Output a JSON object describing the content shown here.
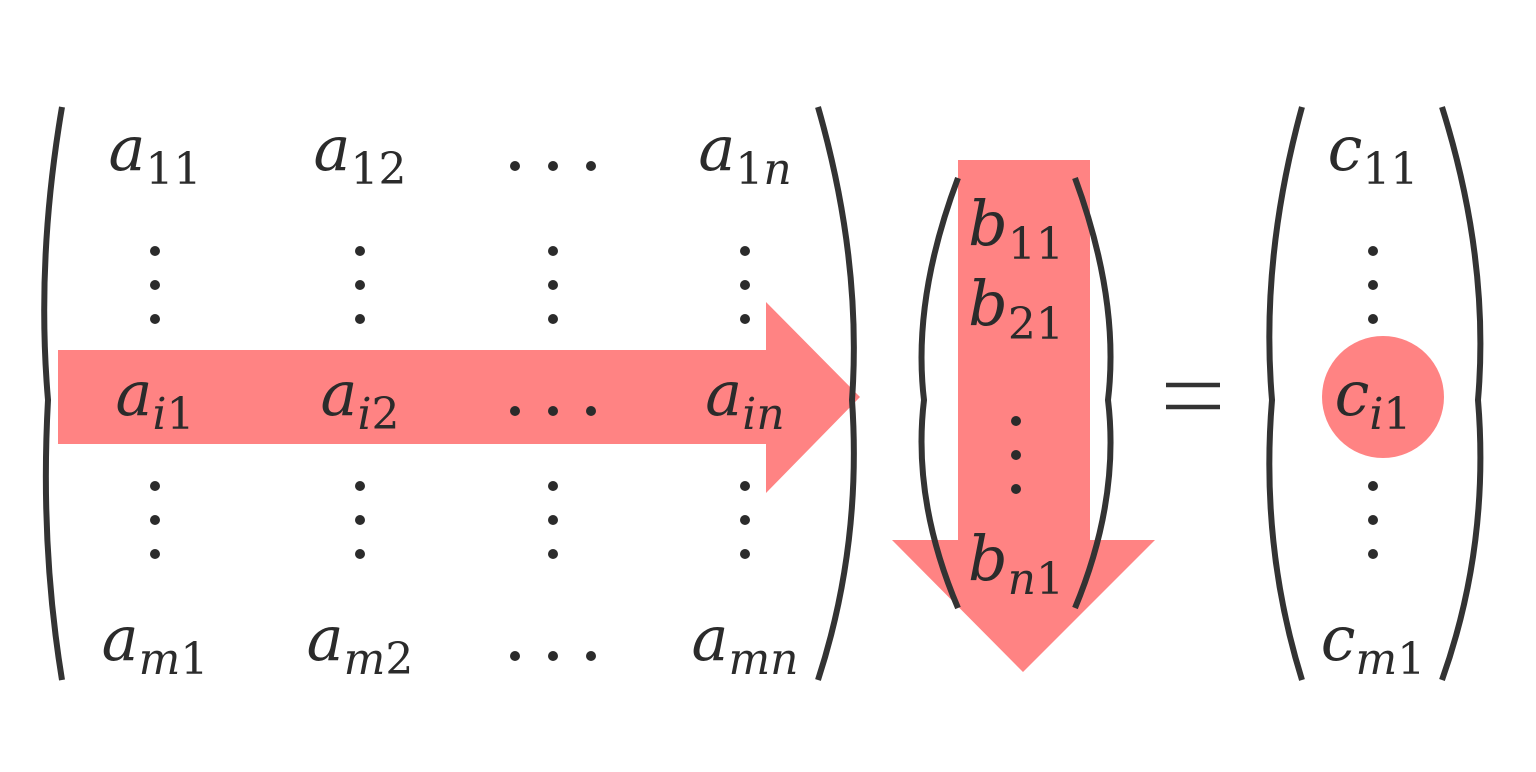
{
  "matrix_a": {
    "rows": [
      [
        {
          "base": "a",
          "sub": "11"
        },
        {
          "base": "a",
          "sub": "12"
        },
        {
          "dots": "h"
        },
        {
          "base": "a",
          "sub": "1",
          "subi": "n"
        }
      ],
      [
        {
          "dots": "v"
        },
        {
          "dots": "v"
        },
        {
          "dots": "v"
        },
        {
          "dots": "v"
        }
      ],
      [
        {
          "base": "a",
          "subi": "i",
          "sub": "1"
        },
        {
          "base": "a",
          "subi": "i",
          "sub": "2"
        },
        {
          "dots": "h"
        },
        {
          "base": "a",
          "subi": "in"
        }
      ],
      [
        {
          "dots": "v"
        },
        {
          "dots": "v"
        },
        {
          "dots": "v"
        },
        {
          "dots": "v"
        }
      ],
      [
        {
          "base": "a",
          "subi": "m",
          "sub": "1"
        },
        {
          "base": "a",
          "subi": "m",
          "sub": "2"
        },
        {
          "dots": "h"
        },
        {
          "base": "a",
          "subi": "mn"
        }
      ]
    ]
  },
  "vector_b": {
    "rows": [
      {
        "base": "b",
        "sub": "11"
      },
      {
        "base": "b",
        "sub": "21"
      },
      {
        "dots": "v"
      },
      {
        "base": "b",
        "subi": "n",
        "sub": "1"
      }
    ]
  },
  "equals": "=",
  "vector_c": {
    "rows": [
      {
        "base": "c",
        "sub": "11"
      },
      {
        "dots": "v"
      },
      {
        "base": "c",
        "subi": "i",
        "sub": "1"
      },
      {
        "dots": "v"
      },
      {
        "base": "c",
        "subi": "m",
        "sub": "1"
      }
    ]
  },
  "colors": {
    "highlight": "#ff5a5a",
    "ink": "#2b2b2b"
  }
}
